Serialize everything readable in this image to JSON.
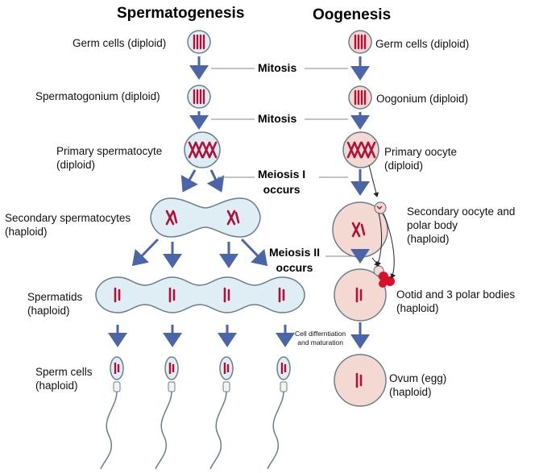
{
  "titles": {
    "spermatogenesis": "Spermatogenesis",
    "oogenesis": "Oogenesis"
  },
  "stages": {
    "mitosis_1": "Mitosis",
    "mitosis_2": "Mitosis",
    "meiosis_1_line1": "Meiosis I",
    "meiosis_1_line2": "occurs",
    "meiosis_2_line1": "Meiosis II",
    "meiosis_2_line2": "occurs"
  },
  "sperm_labels": {
    "germ_cells": "Germ cells (diploid)",
    "spermatogonium": "Spermatogonium (diploid)",
    "primary_line1": "Primary spermatocyte",
    "primary_line2": "(diploid)",
    "secondary_line1": "Secondary spermatocytes",
    "secondary_line2": "(haploid)",
    "spermatids_line1": "Spermatids",
    "spermatids_line2": "(haploid)",
    "sperm_line1": "Sperm cells",
    "sperm_line2": "(haploid)"
  },
  "oo_labels": {
    "germ_cells": "Germ cells (diploid)",
    "oogonium": "Oogonium (diploid)",
    "primary_line1": "Primary oocyte",
    "primary_line2": "(diploid)",
    "secondary_line1": "Secondary oocyte and",
    "secondary_line2": "polar body",
    "secondary_line3": "(haploid)",
    "ootid_line1": "Ootid and 3 polar bodies",
    "ootid_line2": "(haploid)",
    "ovum_line1": "Ovum (egg)",
    "ovum_line2": "(haploid)"
  },
  "note": {
    "line1": "Cell differntiation",
    "line2": "and maturation"
  },
  "colors": {
    "sperm_cell_fill": "#dfeef4",
    "egg_cell_fill": "#f4d9d2",
    "cell_outline": "#6b7f8a",
    "chromosome": "#b0103a",
    "arrow": "#4a66a8",
    "polar_body": "#d8102c"
  }
}
